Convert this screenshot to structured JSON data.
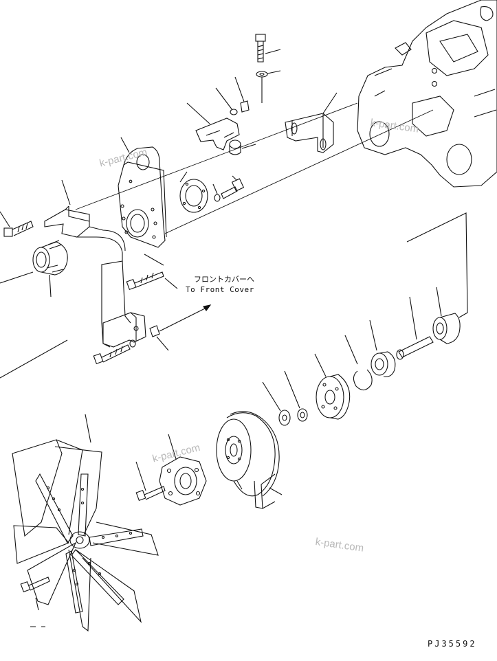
{
  "annotation": {
    "japanese": "フロントカバーへ",
    "english": "To Front Cover"
  },
  "drawing_code": "PJ35592",
  "watermarks": [
    "k-part.com",
    "k-part.com",
    "k-part.com",
    "k-part.com"
  ],
  "colors": {
    "line": "#111111",
    "watermark": "#b8b8b8",
    "background": "#ffffff"
  }
}
